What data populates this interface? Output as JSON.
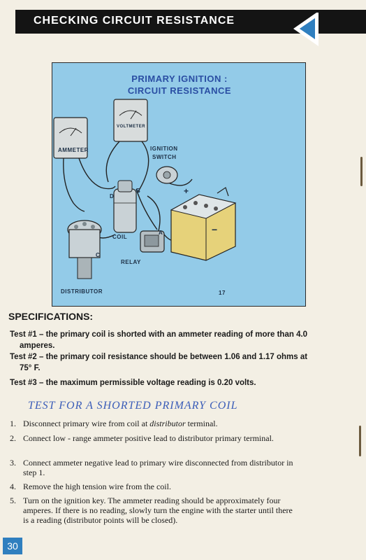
{
  "header": {
    "title": "CHECKING CIRCUIT RESISTANCE",
    "arrow_color": "#2f7fbf"
  },
  "figure": {
    "title_line1": "PRIMARY IGNITION :",
    "title_line2": "CIRCUIT RESISTANCE",
    "labels": {
      "ammeter": "AMMETER",
      "voltmeter": "VOLTMETER",
      "ignition_switch_1": "IGNITION",
      "ignition_switch_2": "SWITCH",
      "d": "D",
      "b": "B",
      "coil": "COIL",
      "a": "A",
      "c": "C",
      "relay": "RELAY",
      "plus": "+",
      "minus": "−",
      "distributor": "DISTRIBUTOR",
      "figure_number": "17"
    },
    "background_color": "#93cbe8"
  },
  "specifications": {
    "heading": "SPECIFICATIONS:",
    "items": [
      {
        "lead": "Test #1 – ",
        "text": "the primary coil is shorted with an ammeter reading of more than 4.0",
        "cont": "amperes."
      },
      {
        "lead": "Test #2 – ",
        "text": "the primary coil resistance should be between 1.06 and 1.17 ohms at",
        "cont": "75° F."
      },
      {
        "lead": "Test #3 – ",
        "text": "the maximum permissible voltage reading is 0.20 volts.",
        "cont": ""
      }
    ]
  },
  "section": {
    "heading": "TEST FOR A SHORTED PRIMARY COIL",
    "heading_color": "#3b5db8"
  },
  "steps": [
    {
      "num": "1.",
      "pre": "Disconnect primary wire from coil at ",
      "em": "distributor",
      "post": " terminal."
    },
    {
      "num": "2.",
      "pre": "Connect low - range ammeter positive lead to distributor primary terminal.",
      "em": "",
      "post": ""
    },
    {
      "num": "3.",
      "pre": "Connect ammeter negative lead to primary wire disconnected from distributor in step 1.",
      "em": "",
      "post": ""
    },
    {
      "num": "4.",
      "pre": "Remove the high tension wire from the coil.",
      "em": "",
      "post": ""
    },
    {
      "num": "5.",
      "pre": "Turn on the ignition key. The ammeter reading should be approximately four amperes. If there is no reading, slowly turn the engine with the starter until there is a reading (distributor points will be closed).",
      "em": "",
      "post": ""
    }
  ],
  "page_number": "30",
  "page_number_color": "#2f7fbf"
}
